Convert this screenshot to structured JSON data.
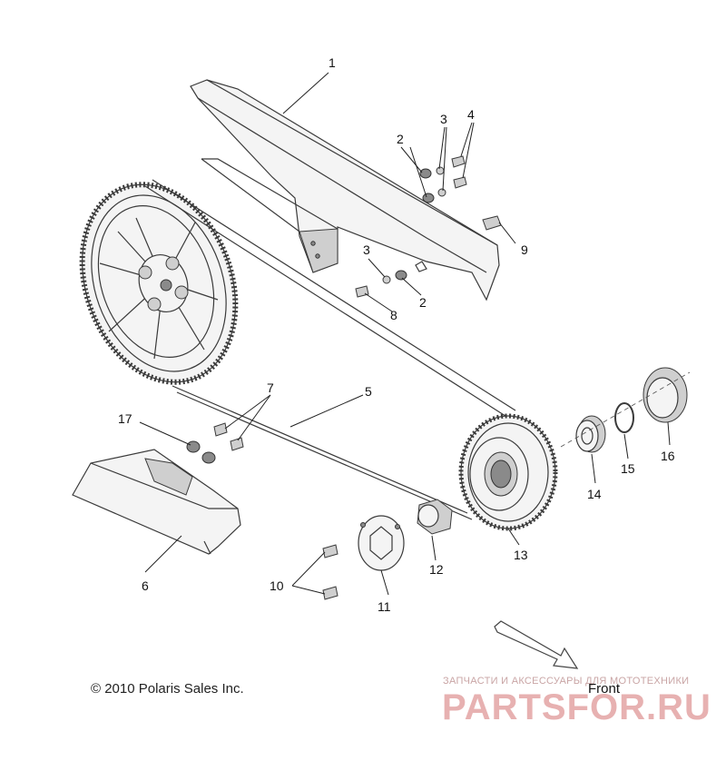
{
  "diagram": {
    "callouts": [
      {
        "id": "c1",
        "text": "1"
      },
      {
        "id": "c2a",
        "text": "2"
      },
      {
        "id": "c2b",
        "text": "2"
      },
      {
        "id": "c3a",
        "text": "3"
      },
      {
        "id": "c3b",
        "text": "3"
      },
      {
        "id": "c4",
        "text": "4"
      },
      {
        "id": "c5",
        "text": "5"
      },
      {
        "id": "c6",
        "text": "6"
      },
      {
        "id": "c7",
        "text": "7"
      },
      {
        "id": "c8",
        "text": "8"
      },
      {
        "id": "c9",
        "text": "9"
      },
      {
        "id": "c10",
        "text": "10"
      },
      {
        "id": "c11",
        "text": "11"
      },
      {
        "id": "c12",
        "text": "12"
      },
      {
        "id": "c13",
        "text": "13"
      },
      {
        "id": "c14",
        "text": "14"
      },
      {
        "id": "c15",
        "text": "15"
      },
      {
        "id": "c16",
        "text": "16"
      },
      {
        "id": "c17",
        "text": "17"
      }
    ],
    "copyright": "© 2010 Polaris Sales Inc.",
    "direction_label": "Front"
  },
  "watermark": {
    "tagline": "ЗАПЧАСТИ И АКСЕССУАРЫ ДЛЯ МОТОТЕХНИКИ",
    "brand": "PARTSFOR.RU",
    "color": "#e7b1b1"
  }
}
